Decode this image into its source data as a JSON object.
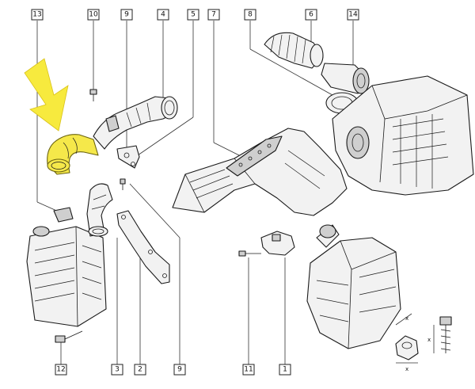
{
  "callouts": [
    {
      "number": "13"
    },
    {
      "number": "10"
    },
    {
      "number": "9"
    },
    {
      "number": "4"
    },
    {
      "number": "5"
    },
    {
      "number": "7"
    },
    {
      "number": "8"
    },
    {
      "number": "6"
    },
    {
      "number": "14"
    },
    {
      "number": "12"
    },
    {
      "number": "3"
    },
    {
      "number": "2"
    },
    {
      "number": "9"
    },
    {
      "number": "11"
    },
    {
      "number": "1"
    }
  ],
  "dimension_labels": [
    "x",
    "x",
    "x"
  ],
  "colors": {
    "highlight": "#f5e84a",
    "arrow": "#f7ea3e",
    "line": "#1a1a1a"
  }
}
